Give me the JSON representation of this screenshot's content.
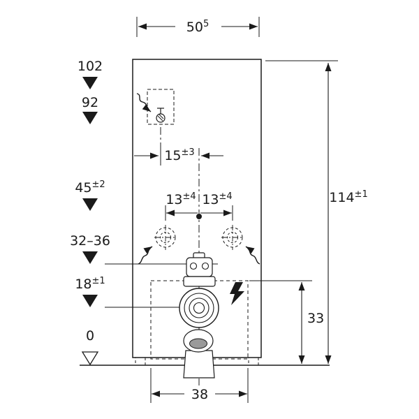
{
  "dims": {
    "top_width": {
      "main": "50",
      "sup": "5"
    },
    "right_height": {
      "main": "114",
      "sup": "±1"
    },
    "left_labels": [
      {
        "main": "102",
        "sup": ""
      },
      {
        "main": "92",
        "sup": ""
      },
      {
        "main": "45",
        "sup": "±2"
      },
      {
        "main": "32–36",
        "sup": ""
      },
      {
        "main": "18",
        "sup": "±1"
      },
      {
        "main": "0",
        "sup": ""
      }
    ],
    "supply_offset": {
      "main": "15",
      "sup": "±3"
    },
    "fix_left": {
      "main": "13",
      "sup": "±4"
    },
    "fix_right": {
      "main": "13",
      "sup": "±4"
    },
    "zone_height": {
      "main": "33",
      "sup": ""
    },
    "zone_width": {
      "main": "38",
      "sup": ""
    }
  },
  "icons": {
    "water_supply": "stopcock-tap-icon",
    "electrical": "lightning-bolt-icon",
    "flexible_connection": "squiggle-arrow-icon",
    "level_marker": "filled-triangle-down",
    "zero_level_marker": "open-triangle-down"
  },
  "colors": {
    "line": "#1a1a1a",
    "background": "#ffffff",
    "shade": "#9a9a9a"
  }
}
